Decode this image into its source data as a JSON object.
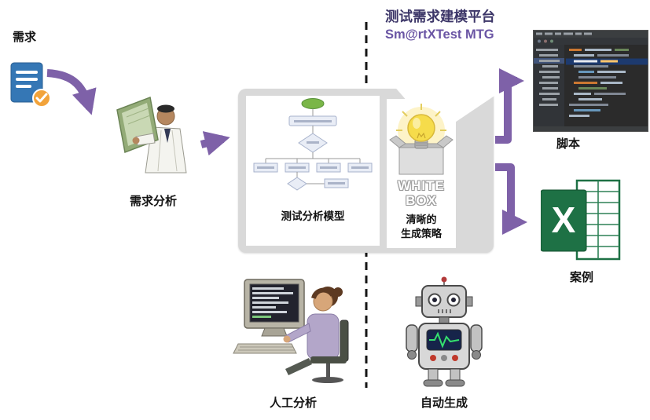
{
  "header": {
    "title": "测试需求建模平台",
    "subtitle": "Sm@rtXTest MTG"
  },
  "labels": {
    "requirement": "需求",
    "requirement_analysis": "需求分析",
    "test_analysis_model": "测试分析模型",
    "white_box_line1": "WHITE",
    "white_box_line2": "BOX",
    "strategy_line1": "清晰的",
    "strategy_line2": "生成策略",
    "script": "脚本",
    "test_case": "案例",
    "manual_analysis": "人工分析",
    "auto_generation": "自动生成",
    "excel_letter": "X"
  },
  "colors": {
    "arrow_purple": "#7e61a8",
    "title": "#3c3668",
    "subtitle": "#6a55a4",
    "box_gray": "#d9d9d9",
    "excel_green": "#1e7145",
    "document_blue": "#3577b5",
    "check_orange": "#f2a33a",
    "flow_node_green": "#7ab648"
  }
}
